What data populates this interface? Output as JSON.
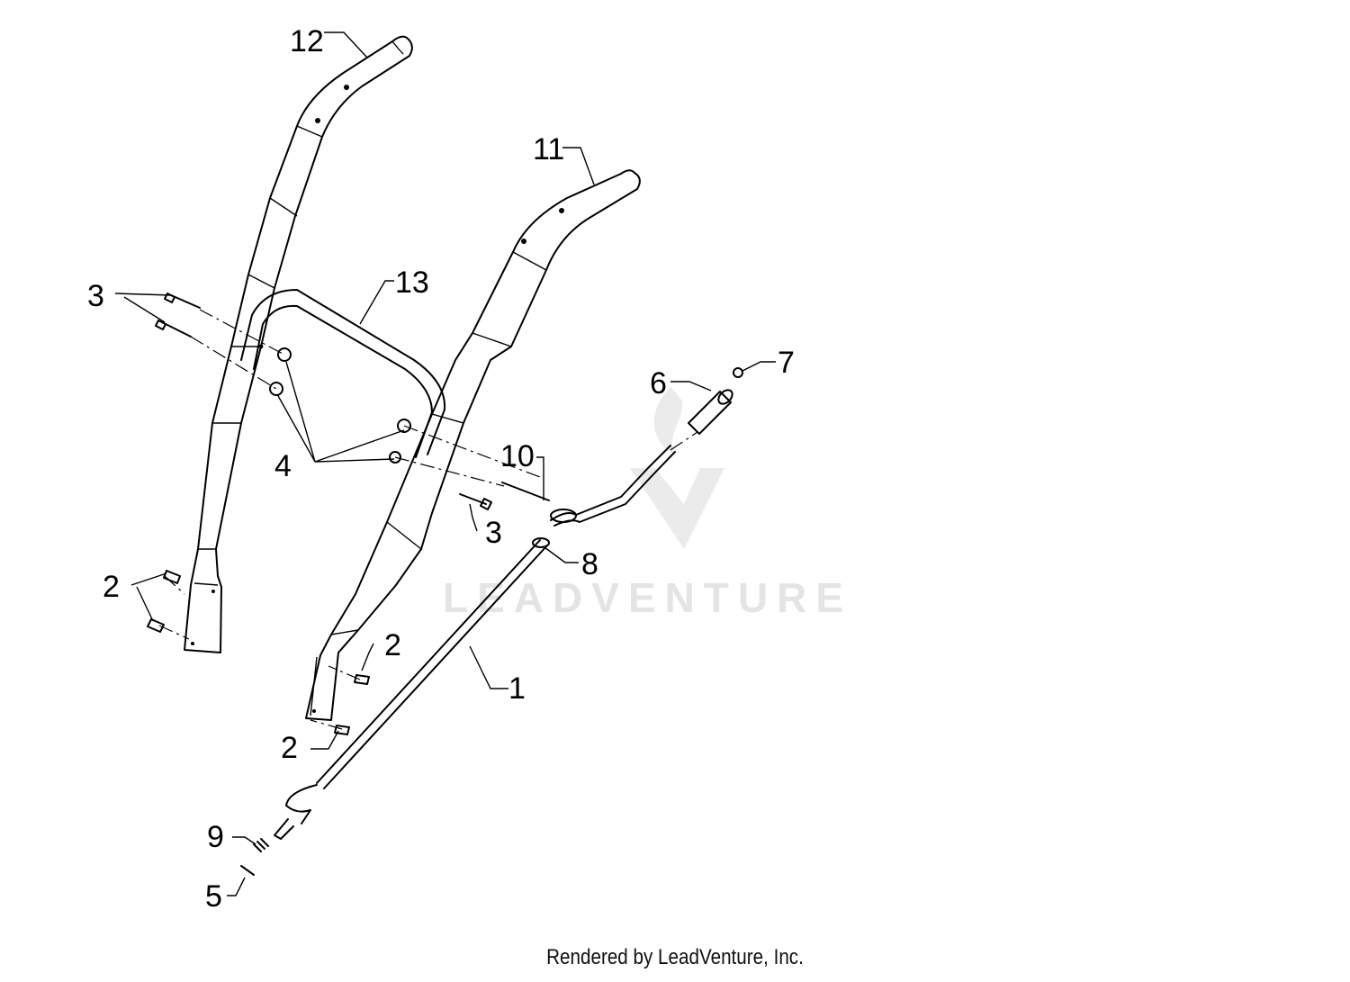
{
  "callouts": [
    {
      "id": "c12",
      "text": "12"
    },
    {
      "id": "c11",
      "text": "11"
    },
    {
      "id": "c13",
      "text": "13"
    },
    {
      "id": "c3a",
      "text": "3"
    },
    {
      "id": "c7",
      "text": "7"
    },
    {
      "id": "c6",
      "text": "6"
    },
    {
      "id": "c10",
      "text": "10"
    },
    {
      "id": "c4",
      "text": "4"
    },
    {
      "id": "c3b",
      "text": "3"
    },
    {
      "id": "c8",
      "text": "8"
    },
    {
      "id": "c2a",
      "text": "2"
    },
    {
      "id": "c2b",
      "text": "2"
    },
    {
      "id": "c1",
      "text": "1"
    },
    {
      "id": "c2c",
      "text": "2"
    },
    {
      "id": "c9",
      "text": "9"
    },
    {
      "id": "c5",
      "text": "5"
    }
  ],
  "watermark": {
    "text": "LEADVENTURE"
  },
  "footer": {
    "text": "Rendered by LeadVenture, Inc."
  }
}
